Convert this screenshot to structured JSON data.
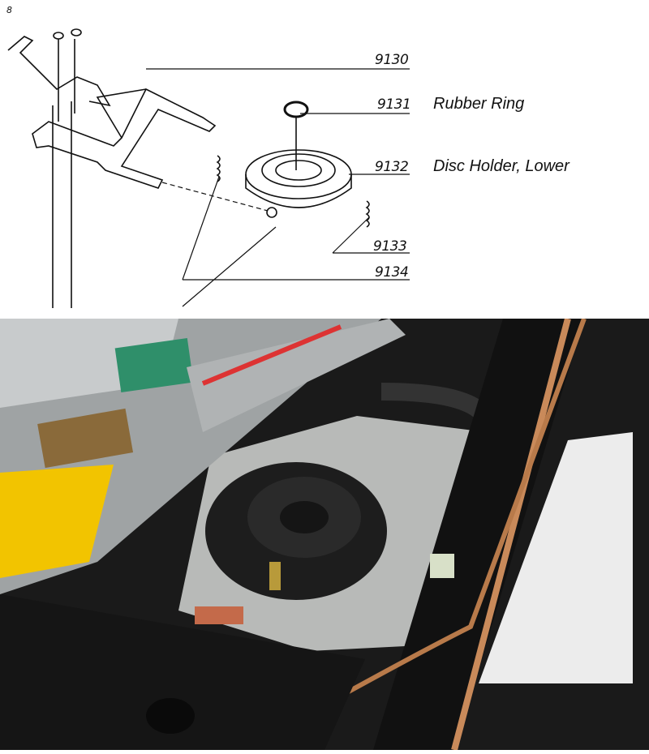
{
  "diagram": {
    "parts": [
      {
        "number": "9130",
        "description": ""
      },
      {
        "number": "9131",
        "description": "Rubber Ring"
      },
      {
        "number": "9132",
        "description": "Disc Holder, Lower"
      },
      {
        "number": "9133",
        "description": ""
      },
      {
        "number": "9134",
        "description": ""
      }
    ],
    "small_label": "8"
  },
  "photo": {
    "colors": {
      "frame": "#1a1a1a",
      "metal": "#a9abaa",
      "yellow": "#f2c400",
      "copper": "#c98a5a",
      "disc_holder": "#1d1d1d"
    }
  }
}
